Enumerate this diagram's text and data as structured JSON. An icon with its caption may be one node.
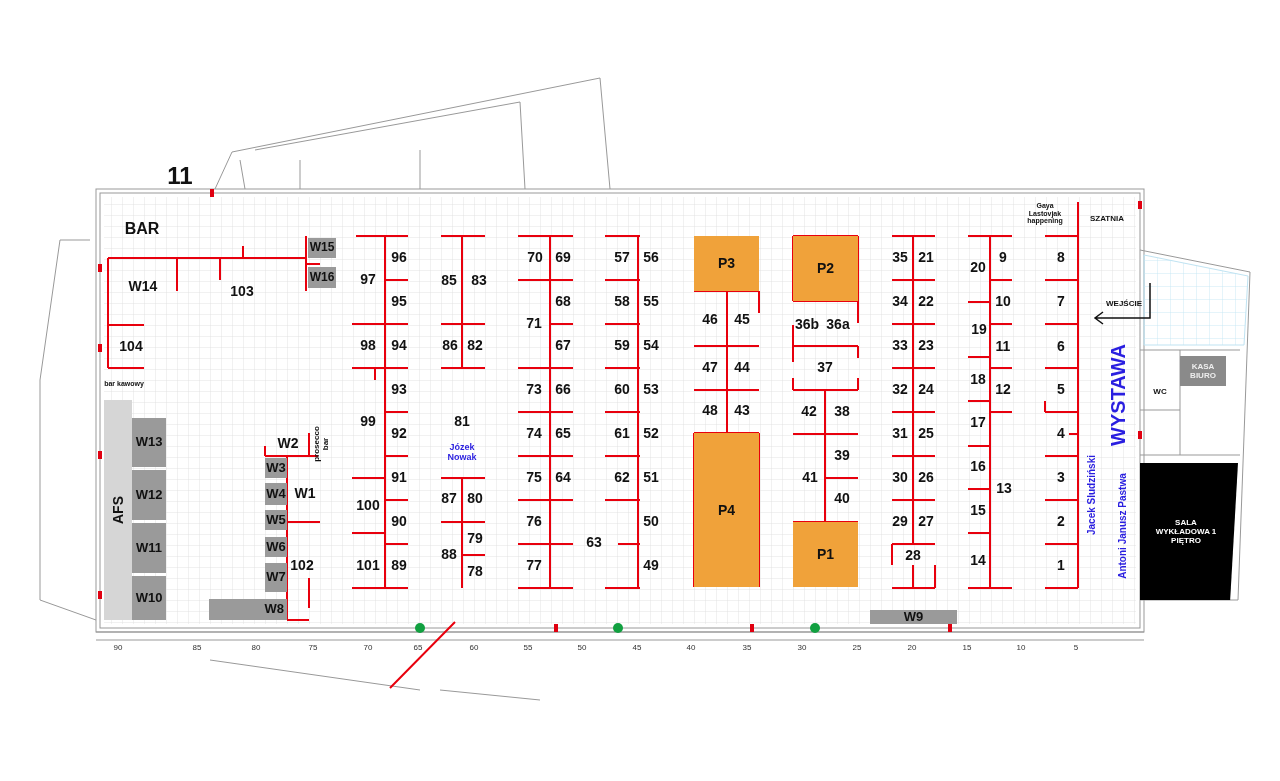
{
  "diagram": {
    "nodes": [
      {
        "text": [
          "W15"
        ]
      },
      {
        "text": [
          "W16"
        ]
      },
      {
        "text": [
          "AFS"
        ]
      },
      {
        "text": [
          "W13"
        ]
      },
      {
        "text": [
          "W12"
        ]
      },
      {
        "text": [
          "W11"
        ]
      },
      {
        "text": [
          "W10"
        ]
      },
      {
        "text": [
          "W3"
        ]
      },
      {
        "text": [
          "W4"
        ]
      },
      {
        "text": [
          "W5"
        ]
      },
      {
        "text": [
          "W6"
        ]
      },
      {
        "text": [
          "W7"
        ]
      },
      {
        "text": [
          "W8"
        ]
      },
      {
        "text": [
          "P3"
        ]
      },
      {
        "text": [
          "P2"
        ]
      },
      {
        "text": [
          "P4"
        ]
      },
      {
        "text": [
          "P1"
        ]
      },
      {
        "text": [
          "W9"
        ]
      },
      {
        "text": [
          "KASA BIURO"
        ]
      },
      {
        "text": [
          "SALA WYKŁADOWA 1 PIĘTRO"
        ]
      }
    ],
    "edges": [],
    "labels": [
      "11",
      "BAR",
      "Gaya Lastovjak happening",
      "SZATNIA",
      "W14",
      "103",
      "96",
      "97",
      "85",
      "83",
      "70",
      "69",
      "57",
      "56",
      "35",
      "21",
      "20",
      "9",
      "8",
      "95",
      "68",
      "58",
      "55",
      "34",
      "22",
      "10",
      "7",
      "WEJŚCIE",
      "71",
      "46",
      "45",
      "36b",
      "36a",
      "19",
      "104",
      "98",
      "94",
      "86",
      "82",
      "67",
      "59",
      "54",
      "33",
      "23",
      "11",
      "6",
      "WYSTAWA",
      "47",
      "44",
      "37",
      "bar kawowy",
      "18",
      "93",
      "73",
      "66",
      "60",
      "53",
      "32",
      "24",
      "12",
      "5",
      "WC",
      "48",
      "43",
      "42",
      "38",
      "99",
      "81",
      "17",
      "92",
      "74",
      "65",
      "61",
      "52",
      "31",
      "25",
      "4",
      "prosecco bar",
      "W2",
      "Józek Nowak",
      "39",
      "16",
      "91",
      "75",
      "64",
      "62",
      "51",
      "41",
      "30",
      "26",
      "3",
      "W1",
      "100",
      "87",
      "80",
      "40",
      "15",
      "13",
      "90",
      "76",
      "50",
      "29",
      "27",
      "2",
      "Jacek Sludziński",
      "88",
      "79",
      "63",
      "28",
      "102",
      "101",
      "89",
      "78",
      "77",
      "49",
      "14",
      "1",
      "Antoni Janusz Pastwa",
      "90",
      "85",
      "80",
      "75",
      "70",
      "65",
      "60",
      "55",
      "50",
      "45",
      "40",
      "35",
      "30",
      "25",
      "20",
      "15",
      "10",
      "5"
    ]
  }
}
